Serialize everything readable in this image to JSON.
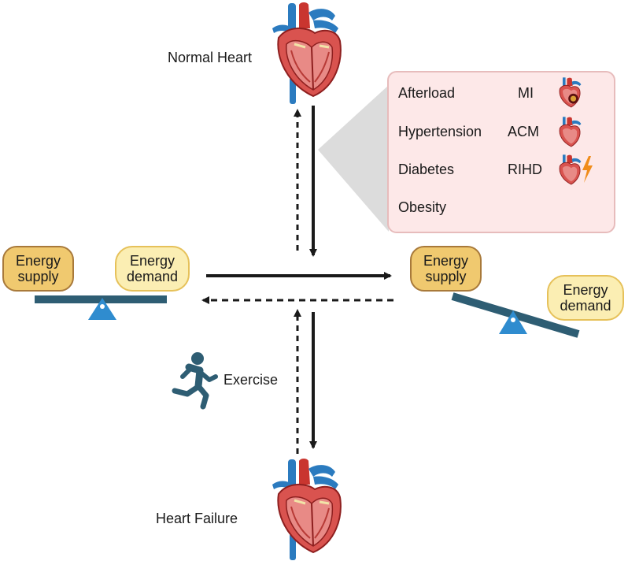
{
  "labels": {
    "normal_heart": "Normal Heart",
    "heart_failure": "Heart Failure",
    "exercise": "Exercise"
  },
  "balanced_scale": {
    "supply": [
      "Energy",
      "supply"
    ],
    "demand": [
      "Energy",
      "demand"
    ]
  },
  "tilted_scale": {
    "supply": [
      "Energy",
      "supply"
    ],
    "demand": [
      "Energy",
      "demand"
    ]
  },
  "risk_factors": {
    "left": [
      "Afterload",
      "Hypertension",
      "Diabetes",
      "Obesity"
    ],
    "right": [
      "MI",
      "ACM",
      "RIHD"
    ]
  },
  "colors": {
    "arrow": "#1a1a1a",
    "beam": "#2e5d73",
    "fulcrum": "#2f8ccf",
    "supply_fill": "#f0c96f",
    "demand_fill": "#fbeeb3",
    "panel_fill": "#fde8e8",
    "heart_red": "#d9534f",
    "vessel_blue": "#2b7bbf",
    "lightning": "#f08c1a"
  },
  "icons": [
    "heart-icon",
    "running-person-icon",
    "lightning-icon"
  ]
}
